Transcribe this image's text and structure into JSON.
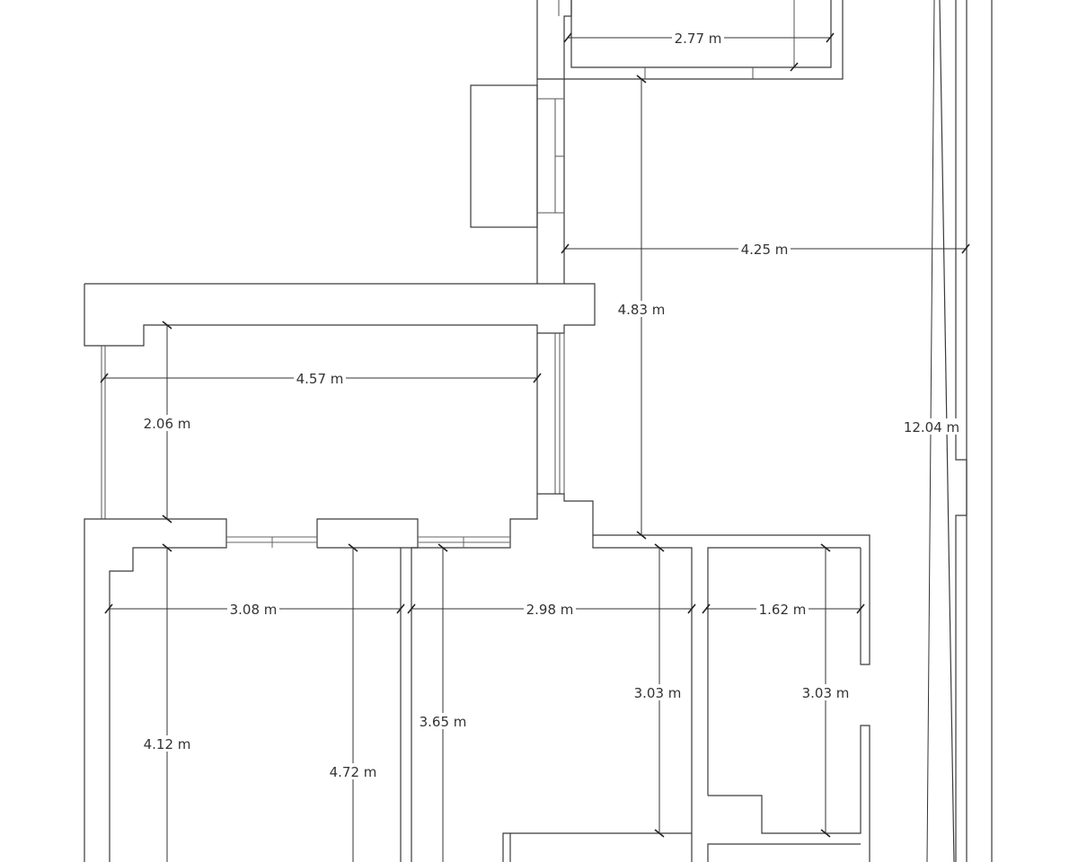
{
  "floorplan": {
    "dimensions": [
      {
        "id": "top-room-width",
        "label": "2.77 m"
      },
      {
        "id": "hall-width",
        "label": "4.25 m"
      },
      {
        "id": "hall-height",
        "label": "4.83 m"
      },
      {
        "id": "balcony-width",
        "label": "4.57 m"
      },
      {
        "id": "balcony-depth",
        "label": "2.06 m"
      },
      {
        "id": "total-length",
        "label": "12.04 m"
      },
      {
        "id": "room-a-width",
        "label": "3.08 m"
      },
      {
        "id": "room-b-width",
        "label": "2.98 m"
      },
      {
        "id": "room-c-width",
        "label": "1.62 m"
      },
      {
        "id": "room-b-height",
        "label": "3.03 m"
      },
      {
        "id": "room-c-height",
        "label": "3.03 m"
      },
      {
        "id": "room-b-inner-height",
        "label": "3.65 m"
      },
      {
        "id": "room-a-height",
        "label": "4.12 m"
      },
      {
        "id": "room-a-inner-height",
        "label": "4.72 m"
      }
    ]
  }
}
